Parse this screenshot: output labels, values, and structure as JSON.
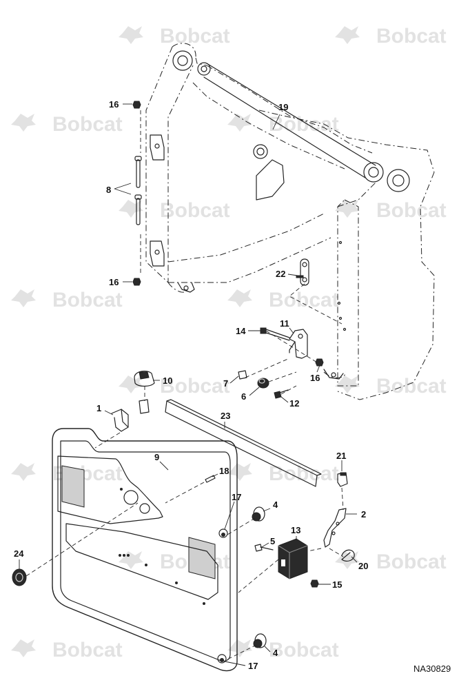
{
  "watermark": {
    "brand": "Bobcat"
  },
  "drawing_number": "NA30829",
  "callouts": [
    {
      "id": "c16a",
      "label": "16"
    },
    {
      "id": "c19",
      "label": "19"
    },
    {
      "id": "c8",
      "label": "8"
    },
    {
      "id": "c16b",
      "label": "16"
    },
    {
      "id": "c22",
      "label": "22"
    },
    {
      "id": "c11",
      "label": "11"
    },
    {
      "id": "c14",
      "label": "14"
    },
    {
      "id": "c10",
      "label": "10"
    },
    {
      "id": "c7",
      "label": "7"
    },
    {
      "id": "c16c",
      "label": "16"
    },
    {
      "id": "c6",
      "label": "6"
    },
    {
      "id": "c12",
      "label": "12"
    },
    {
      "id": "c1",
      "label": "1"
    },
    {
      "id": "c23",
      "label": "23"
    },
    {
      "id": "c9",
      "label": "9"
    },
    {
      "id": "c21",
      "label": "21"
    },
    {
      "id": "c18",
      "label": "18"
    },
    {
      "id": "c17a",
      "label": "17"
    },
    {
      "id": "c4a",
      "label": "4"
    },
    {
      "id": "c2",
      "label": "2"
    },
    {
      "id": "c13",
      "label": "13"
    },
    {
      "id": "c5",
      "label": "5"
    },
    {
      "id": "c24",
      "label": "24"
    },
    {
      "id": "c20",
      "label": "20"
    },
    {
      "id": "c15",
      "label": "15"
    },
    {
      "id": "c4b",
      "label": "4"
    },
    {
      "id": "c17b",
      "label": "17"
    }
  ]
}
